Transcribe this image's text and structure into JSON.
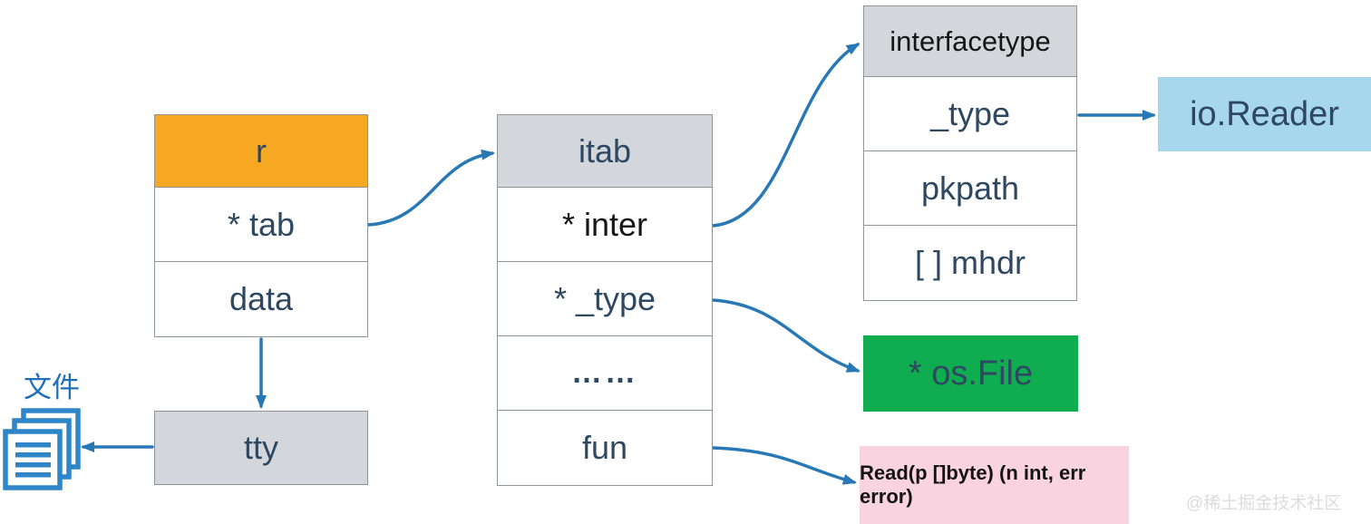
{
  "tables": {
    "r": {
      "header": "r",
      "rows": [
        "* tab",
        "data"
      ]
    },
    "itab": {
      "header": "itab",
      "rows": [
        "* inter",
        "* _type",
        "……",
        "fun"
      ]
    },
    "interfacetype": {
      "header": "interfacetype",
      "rows": [
        "_type",
        "pkpath",
        "[ ] mhdr"
      ]
    }
  },
  "boxes": {
    "io_reader": "io.Reader",
    "os_file": "* os.File",
    "read_signature": "Read(p []byte) (n int, err error)",
    "tty": "tty"
  },
  "labels": {
    "file": "文件",
    "watermark": "@稀土掘金技术社区"
  },
  "icons": {
    "file_stack": "file-stack-icon"
  },
  "colors": {
    "header_orange": "#f7a823",
    "header_gray": "#d3d7dc",
    "box_blue": "#a7d7ee",
    "box_green": "#0fad4f",
    "box_pink": "#f9d3e0",
    "arrow_blue": "#2878b5",
    "text_slate": "#2e4862",
    "text_black": "#141414",
    "file_icon_blue": "#2e86c8",
    "border_gray": "#8f949a",
    "watermark_gray": "#dcdcdc"
  }
}
